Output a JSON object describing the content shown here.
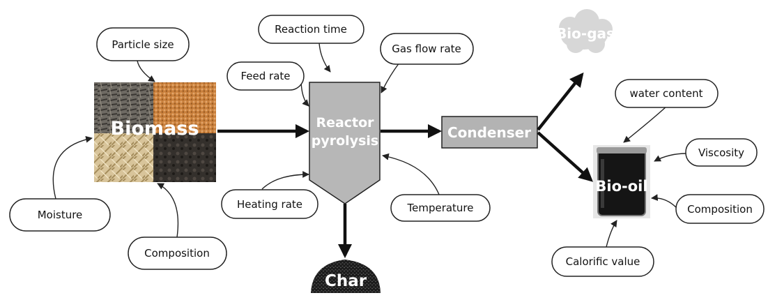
{
  "factors": {
    "particle_size": "Particle size",
    "reaction_time": "Reaction time",
    "gas_flow_rate": "Gas flow rate",
    "feed_rate": "Feed rate",
    "heating_rate": "Heating rate",
    "temperature": "Temperature",
    "moisture": "Moisture",
    "biomass_composition": "Composition",
    "water_content": "water content",
    "viscosity": "Viscosity",
    "oil_composition": "Composition",
    "calorific_value": "Calorific value"
  },
  "nodes": {
    "biomass": "Biomass",
    "reactor_line1": "Reactor",
    "reactor_line2": "pyrolysis",
    "condenser": "Condenser",
    "biogas": "Bio-gas",
    "biooil": "Bio-oil",
    "char": "Char"
  },
  "colors": {
    "reactor_fill": "#b7b7b7",
    "condenser_fill": "#b3b3b3",
    "outline": "#222222",
    "cloud": "#d7d7d7",
    "char": "#1b1b1b"
  }
}
